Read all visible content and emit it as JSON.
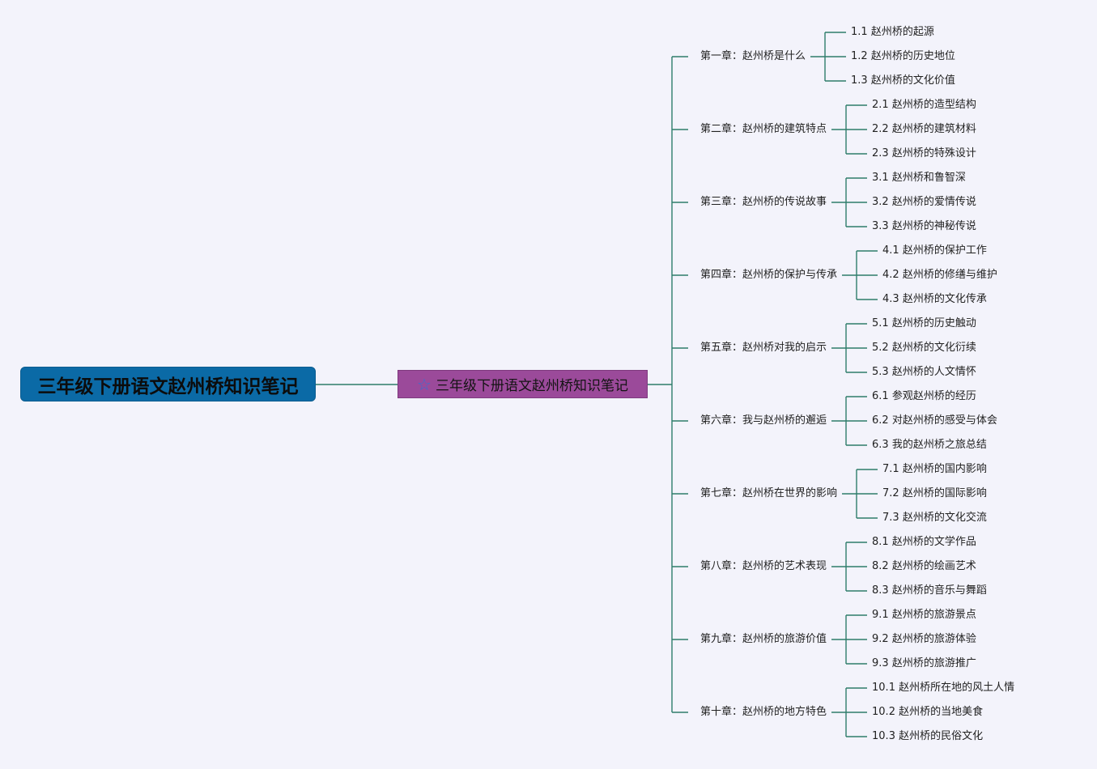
{
  "colors": {
    "background": "#f3f3fb",
    "line": "#2e7d6b",
    "root_fill": "#0b6aa6",
    "center_fill": "#9b4a9a",
    "star": "#3b6fd0"
  },
  "root": {
    "label": "三年级下册语文赵州桥知识笔记"
  },
  "center": {
    "icon": "star-icon",
    "label": "三年级下册语文赵州桥知识笔记"
  },
  "chapters": [
    {
      "label": "第一章：赵州桥是什么",
      "sections": [
        "1.1 赵州桥的起源",
        "1.2 赵州桥的历史地位",
        "1.3 赵州桥的文化价值"
      ]
    },
    {
      "label": "第二章：赵州桥的建筑特点",
      "sections": [
        "2.1 赵州桥的造型结构",
        "2.2 赵州桥的建筑材料",
        "2.3 赵州桥的特殊设计"
      ]
    },
    {
      "label": "第三章：赵州桥的传说故事",
      "sections": [
        "3.1 赵州桥和鲁智深",
        "3.2 赵州桥的爱情传说",
        "3.3 赵州桥的神秘传说"
      ]
    },
    {
      "label": "第四章：赵州桥的保护与传承",
      "sections": [
        "4.1 赵州桥的保护工作",
        "4.2 赵州桥的修缮与维护",
        "4.3 赵州桥的文化传承"
      ]
    },
    {
      "label": "第五章：赵州桥对我的启示",
      "sections": [
        "5.1 赵州桥的历史触动",
        "5.2 赵州桥的文化衍续",
        "5.3 赵州桥的人文情怀"
      ]
    },
    {
      "label": "第六章：我与赵州桥的邂逅",
      "sections": [
        "6.1 参观赵州桥的经历",
        "6.2 对赵州桥的感受与体会",
        "6.3 我的赵州桥之旅总结"
      ]
    },
    {
      "label": "第七章：赵州桥在世界的影响",
      "sections": [
        "7.1 赵州桥的国内影响",
        "7.2 赵州桥的国际影响",
        "7.3 赵州桥的文化交流"
      ]
    },
    {
      "label": "第八章：赵州桥的艺术表现",
      "sections": [
        "8.1 赵州桥的文学作品",
        "8.2 赵州桥的绘画艺术",
        "8.3 赵州桥的音乐与舞蹈"
      ]
    },
    {
      "label": "第九章：赵州桥的旅游价值",
      "sections": [
        "9.1 赵州桥的旅游景点",
        "9.2 赵州桥的旅游体验",
        "9.3 赵州桥的旅游推广"
      ]
    },
    {
      "label": "第十章：赵州桥的地方特色",
      "sections": [
        "10.1 赵州桥所在地的风土人情",
        "10.2 赵州桥的当地美食",
        "10.3 赵州桥的民俗文化"
      ]
    }
  ]
}
